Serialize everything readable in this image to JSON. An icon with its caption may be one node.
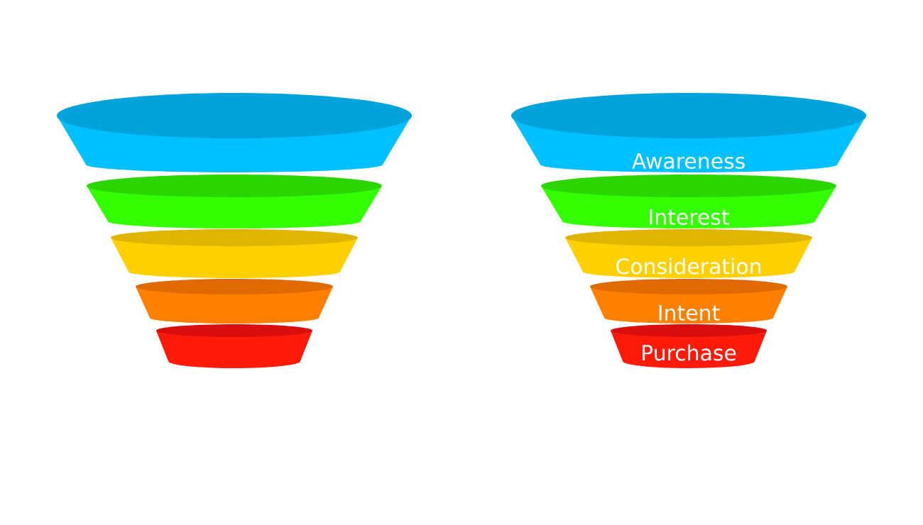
{
  "diagram": {
    "nodes": [
      {
        "text": [],
        "shape": "band"
      },
      {
        "text": [],
        "shape": "band"
      },
      {
        "text": [],
        "shape": "band"
      },
      {
        "text": [],
        "shape": "band"
      },
      {
        "text": [],
        "shape": "band"
      },
      {
        "text": [
          "Awareness"
        ]
      },
      {
        "text": [
          "Interest"
        ]
      },
      {
        "text": [
          "Consideration"
        ]
      },
      {
        "text": [
          "Intent"
        ]
      },
      {
        "text": [
          "Purchase"
        ]
      }
    ]
  }
}
